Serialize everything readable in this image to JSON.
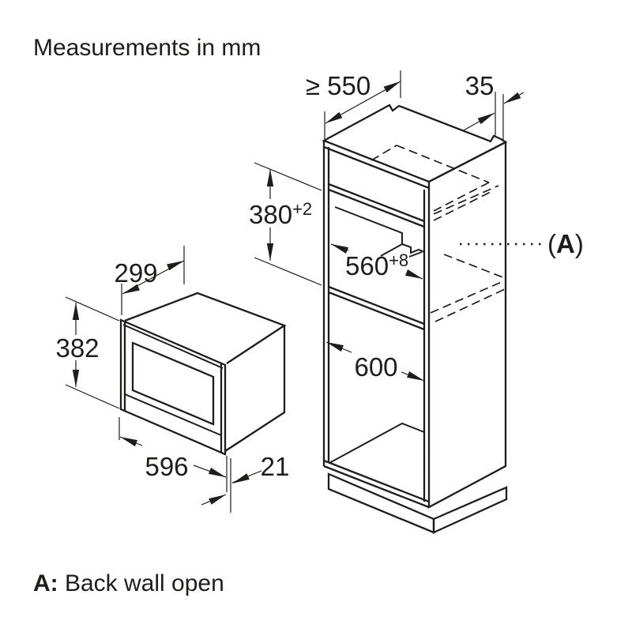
{
  "title": "Measurements in mm",
  "caption": {
    "key": "A:",
    "text": " Back wall open"
  },
  "callout": {
    "paren_open": "(",
    "letter": "A",
    "paren_close": ")"
  },
  "cabinet_dimensions": {
    "depth_min": "≥ 550",
    "rear_top_gap": "35",
    "niche_height": "380",
    "niche_height_tolerance": "+2",
    "niche_width": "560",
    "niche_width_tolerance": "+8",
    "carcass_width": "600"
  },
  "appliance_dimensions": {
    "depth": "299",
    "height": "382",
    "width": "596",
    "door_thickness": "21"
  },
  "colors": {
    "line": "#1d1d1b",
    "background": "#ffffff"
  }
}
